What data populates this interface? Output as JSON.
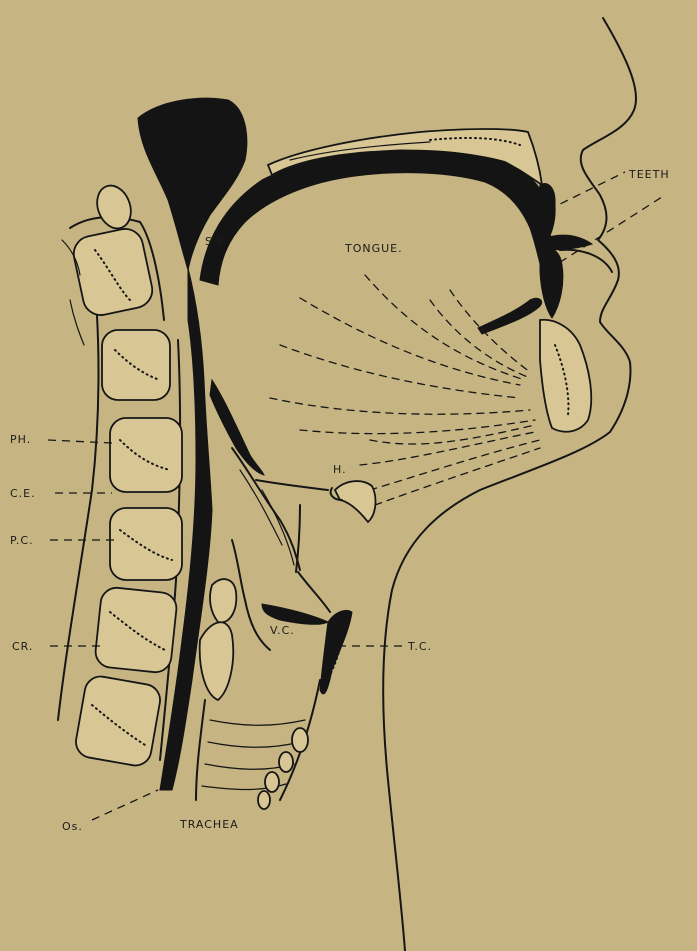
{
  "labels": {
    "teeth": "TEETH",
    "sp": "S.P.",
    "tongue": "TONGUE.",
    "ph": "PH.",
    "ce": "C.E.",
    "pc": "P.C.",
    "h": "H.",
    "cr": "CR.",
    "vc": "V.C.",
    "tc": "T.C.",
    "os": "Os.",
    "trachea": "TRACHEA"
  },
  "colors": {
    "paper": "#c6b582",
    "ink": "#141414"
  }
}
